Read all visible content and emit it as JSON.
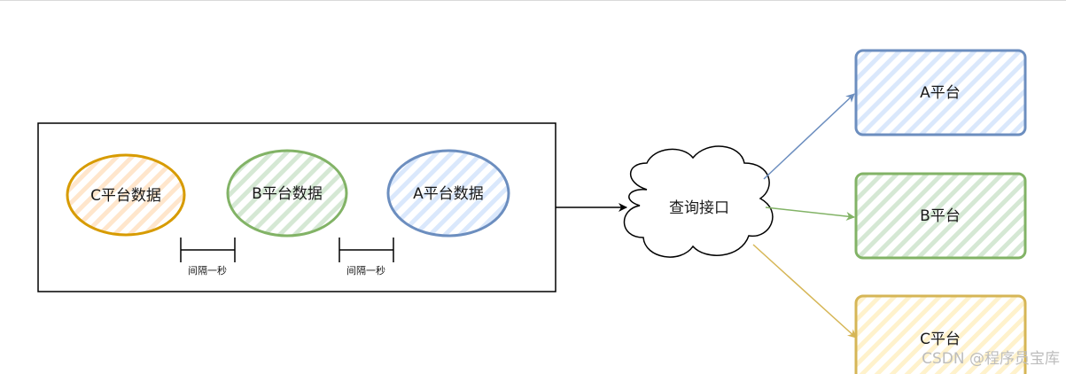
{
  "diagram": {
    "data_items": [
      {
        "label": "C平台数据",
        "color": "#d79b00",
        "fill": "#ffe6cc"
      },
      {
        "label": "B平台数据",
        "color": "#82b366",
        "fill": "#d5e8d4"
      },
      {
        "label": "A平台数据",
        "color": "#6c8ebf",
        "fill": "#dae8fc"
      }
    ],
    "intervals": [
      {
        "label": "间隔一秒"
      },
      {
        "label": "间隔一秒"
      }
    ],
    "query_interface": {
      "label": "查询接口"
    },
    "platforms": [
      {
        "label": "A平台",
        "color": "#6c8ebf",
        "fill": "#dae8fc"
      },
      {
        "label": "B平台",
        "color": "#82b366",
        "fill": "#d5e8d4"
      },
      {
        "label": "C平台",
        "color": "#d6b656",
        "fill": "#fff2cc"
      }
    ],
    "watermark": "CSDN @程序员宝库"
  }
}
